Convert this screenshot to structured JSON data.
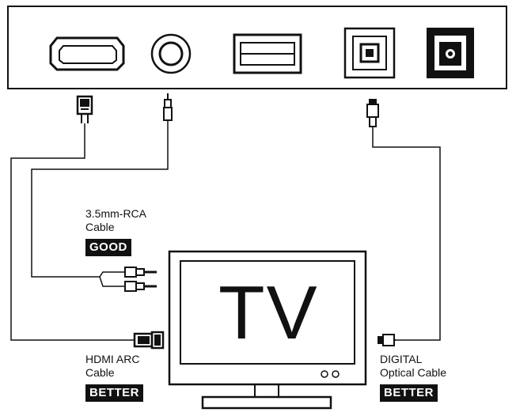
{
  "tv": {
    "label": "TV"
  },
  "connections": {
    "rca": {
      "label_line1": "3.5mm-RCA",
      "label_line2": "Cable",
      "rating": "GOOD"
    },
    "hdmi": {
      "label_line1": "HDMI ARC",
      "label_line2": "Cable",
      "rating": "BETTER"
    },
    "optical": {
      "label_line1": "DIGITAL",
      "label_line2": "Optical Cable",
      "rating": "BETTER"
    }
  },
  "ports": [
    "hdmi-port",
    "aux-3.5mm-port",
    "usb-port",
    "optical-port",
    "coaxial-port"
  ],
  "colors": {
    "line": "#111111",
    "badge_bg": "#111111",
    "badge_text": "#ffffff"
  }
}
